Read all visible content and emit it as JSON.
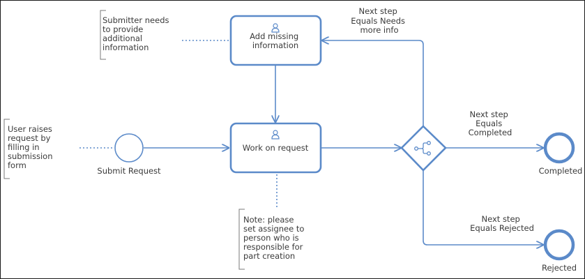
{
  "colors": {
    "stroke": "#5b8ac9",
    "text": "#3a3a3a",
    "annotation_bracket": "#7a7a7a"
  },
  "tasks": {
    "add_missing_info": {
      "lines": [
        "Add missing",
        "information"
      ],
      "icon": "user-icon"
    },
    "work_on_request": {
      "lines": [
        "Work on request"
      ],
      "icon": "user-icon"
    }
  },
  "events": {
    "submit_request": {
      "label": "Submit Request"
    },
    "completed": {
      "label": "Completed"
    },
    "rejected": {
      "label": "Rejected"
    }
  },
  "gateway": {
    "icon": "branch-icon"
  },
  "flow_labels": {
    "needs_more_info": [
      "Next step",
      "Equals Needs",
      "more info"
    ],
    "completed": [
      "Next step",
      "Equals",
      "Completed"
    ],
    "rejected": [
      "Next step",
      "Equals Rejected"
    ]
  },
  "annotations": {
    "submitter": [
      "Submitter needs",
      "to provide",
      "additional",
      "information"
    ],
    "user_raises": [
      "User raises",
      "request by",
      "filling in",
      "submission",
      "form"
    ],
    "note": [
      "Note: please",
      "set assignee to",
      "person who is",
      "responsible for",
      "part creation"
    ]
  }
}
